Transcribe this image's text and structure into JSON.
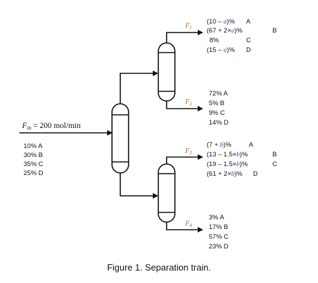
{
  "feed": {
    "label_prefix": "F",
    "label_sub": "in",
    "label_rest": " = 200 mol/min",
    "composition": [
      "10% A",
      "30% B",
      "35% C",
      "25% D"
    ]
  },
  "streams": {
    "f1": {
      "label": "F",
      "sub": "1",
      "lines": [
        {
          "pre": "(10 – ",
          "var": "a",
          "post": ")%",
          "comp": "A"
        },
        {
          "pre": "(67 + 2×",
          "var": "a",
          "post": ")%",
          "comp": "B"
        },
        {
          "pre": "8%",
          "var": "",
          "post": "",
          "comp": "C"
        },
        {
          "pre": "(15 – ",
          "var": "a",
          "post": ")%",
          "comp": "D"
        }
      ]
    },
    "f2": {
      "label": "F",
      "sub": "2",
      "lines": [
        "72% A",
        "5%  B",
        "9%  C",
        "14% D"
      ]
    },
    "f3": {
      "label": "F",
      "sub": "3",
      "lines": [
        {
          "pre": "(7 + ",
          "var": "b",
          "post": ")%",
          "comp": "A"
        },
        {
          "pre": "(13 – 1.5×",
          "var": "b",
          "post": ")%",
          "comp": "B"
        },
        {
          "pre": "(19 – 1.5×",
          "var": "b",
          "post": ")%",
          "comp": "C"
        },
        {
          "pre": "(61 + 2×",
          "var": "b",
          "post": ")%",
          "comp": "D"
        }
      ]
    },
    "f4": {
      "label": "F",
      "sub": "4",
      "lines": [
        "3%  A",
        "17% B",
        "57% C",
        "23% D"
      ]
    }
  },
  "caption": "Figure 1. Separation train."
}
